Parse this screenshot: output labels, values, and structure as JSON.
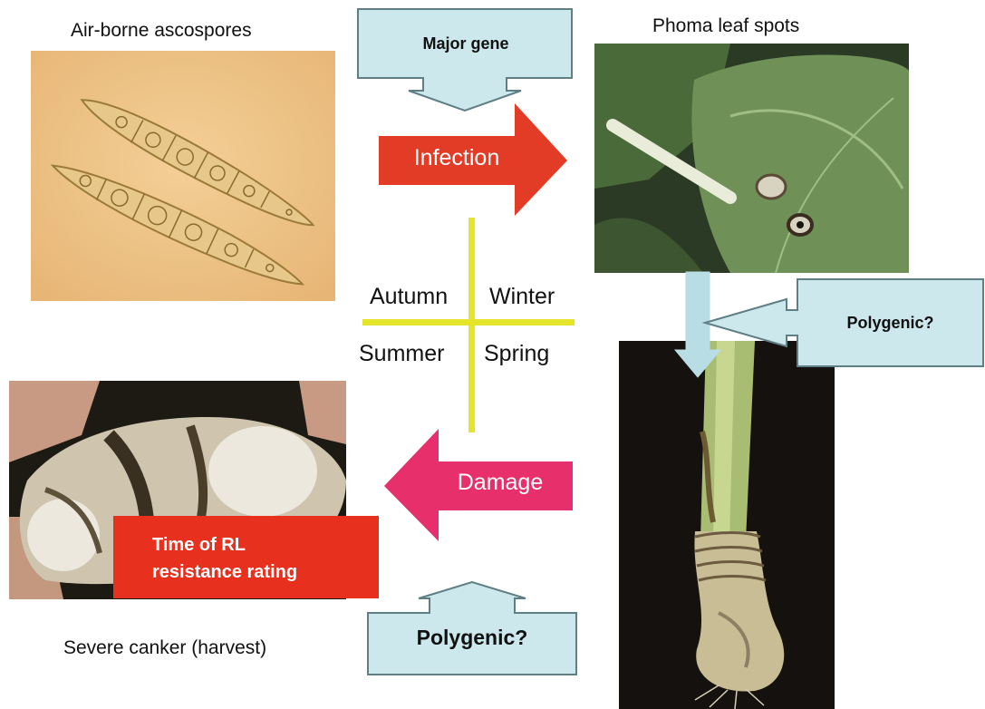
{
  "labels": {
    "ascospores": "Air-borne  ascospores",
    "leaf_spots": "Phoma leaf spots",
    "canker": "Severe canker (harvest)"
  },
  "callouts": {
    "major_gene": "Major gene",
    "polygenic_right": "Polygenic?",
    "polygenic_bottom": "Polygenic?"
  },
  "arrows": {
    "infection": "Infection",
    "damage": "Damage"
  },
  "seasons": {
    "autumn": "Autumn",
    "winter": "Winter",
    "summer": "Summer",
    "spring": "Spring"
  },
  "rating_box": {
    "line1": "Time of RL",
    "line2": "resistance rating"
  },
  "colors": {
    "callout_fill": "#cde8ec",
    "callout_stroke": "#5f7f86",
    "infection_red": "#e23b26",
    "damage_pink": "#e7306b",
    "season_cross": "#e4e42a",
    "rating_red": "#e8301f"
  }
}
